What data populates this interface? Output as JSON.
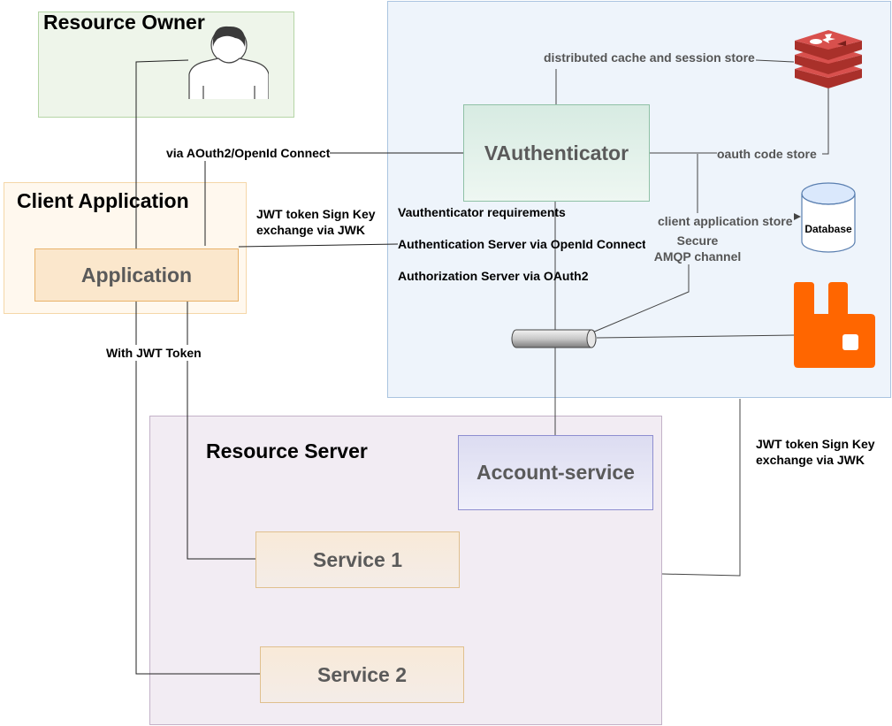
{
  "regions": {
    "resource_owner": {
      "title": "Resource Owner"
    },
    "client_application": {
      "title": "Client Application"
    },
    "resource_server": {
      "title": "Resource Server"
    }
  },
  "boxes": {
    "application": "Application",
    "vauthenticator": "VAuthenticator",
    "account_service": "Account-service",
    "service1": "Service 1",
    "service2": "Service 2",
    "database": "Database"
  },
  "labels": {
    "distributed_cache": "distributed cache and session store",
    "oauth_code_store": "oauth code store",
    "client_app_store": "client application store",
    "via_oauth2": "via AOuth2/OpenId Connect",
    "jwt_sign_key_1": "JWT token Sign Key\nexchange via JWK",
    "jwt_sign_key_2": "JWT token Sign Key\nexchange via JWK",
    "with_jwt": "With JWT Token",
    "vauth_req": "Vauthenticator requirements",
    "auth_server": "Authentication Server via OpenId Connect",
    "authz_server": "Authorization  Server via OAuth2",
    "secure_amqp": "Secure\nAMQP channel"
  },
  "icons": [
    "user-icon",
    "redis-icon",
    "database-icon",
    "rabbitmq-icon",
    "pipe-icon"
  ],
  "colors": {
    "resource_owner_bg": "#eef5ea",
    "client_app_bg": "#fff8ee",
    "resource_server_bg": "#f2ecf3",
    "vauth_region_bg": "#eef4fb",
    "redis": "#d8504d",
    "rabbitmq": "#ff6600"
  }
}
